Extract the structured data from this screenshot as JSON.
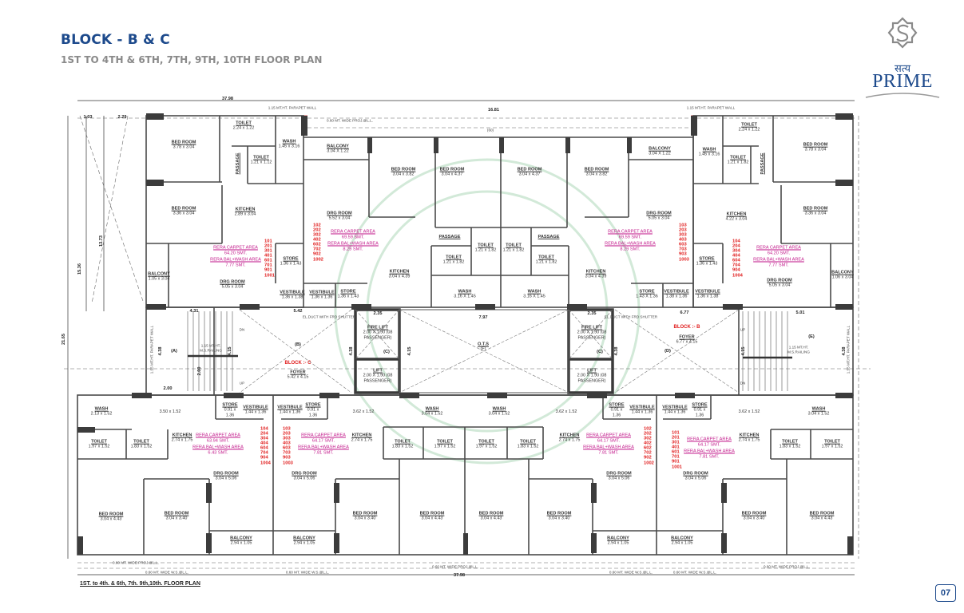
{
  "header": {
    "title": "BLOCK - B & C",
    "subtitle": "1ST TO 4TH & 6TH, 7TH, 9TH, 10TH FLOOR PLAN"
  },
  "logo": {
    "script_text": "सत्य",
    "brand": "PRIME",
    "icon": "interlocking-s-emblem"
  },
  "colors": {
    "brand": "#1d4a8c",
    "rera_text": "#c2188a",
    "unit_numbers": "#e01b1b",
    "wall": "#4a4a4a",
    "boundary": "#e05555"
  },
  "plan": {
    "rooms": [
      {
        "name": "BED ROOM",
        "dim": "3.78 x 3.04"
      },
      {
        "name": "TOILET",
        "dim": "2.24 x 1.22"
      },
      {
        "name": "TOILET",
        "dim": "1.21 x 1.12"
      },
      {
        "name": "WASH",
        "dim": "1.45 x 3.16"
      },
      {
        "name": "PASSAGE",
        "dim": ""
      },
      {
        "name": "BED ROOM",
        "dim": "3.36 x 3.04"
      },
      {
        "name": "KITCHEN",
        "dim": "2.89 x 3.04"
      },
      {
        "name": "BALCONY",
        "dim": "1.05 x 3.04"
      },
      {
        "name": "DRG ROOM",
        "dim": "5.05 x 3.04"
      },
      {
        "name": "STORE",
        "dim": "1.36 x 1.43"
      },
      {
        "name": "VESTIBULE",
        "dim": "1.36 x 1.38"
      },
      {
        "name": "BALCONY",
        "dim": "3.04 X 1.22"
      },
      {
        "name": "DRG ROOM",
        "dim": "5.52 x 3.04"
      },
      {
        "name": "VESTIBULE",
        "dim": "1.36 x 1.36"
      },
      {
        "name": "STORE",
        "dim": "1.36 x 1.43"
      },
      {
        "name": "BED ROOM",
        "dim": "3.04 x 3.82"
      },
      {
        "name": "BED ROOM",
        "dim": "3.04 x 4.37"
      },
      {
        "name": "BED ROOM",
        "dim": "3.04 x 4.37"
      },
      {
        "name": "BED ROOM",
        "dim": "3.04 x 3.82"
      },
      {
        "name": "PASSAGE",
        "dim": ""
      },
      {
        "name": "PASSAGE",
        "dim": ""
      },
      {
        "name": "TOILET",
        "dim": "1.21 x 1.82"
      },
      {
        "name": "TOILET",
        "dim": "1.21 x 1.82"
      },
      {
        "name": "TOILET",
        "dim": "1.21 x 1.82"
      },
      {
        "name": "TOILET",
        "dim": "1.21 x 1.82"
      },
      {
        "name": "KITCHEN",
        "dim": "3.04 x 4.39"
      },
      {
        "name": "KITCHEN",
        "dim": "3.04 x 4.39"
      },
      {
        "name": "WASH",
        "dim": "3.16 X 1.45"
      },
      {
        "name": "WASH",
        "dim": "3.16 X 1.45"
      },
      {
        "name": "BALCONY",
        "dim": "3.04 X 1.22"
      },
      {
        "name": "DRG ROOM",
        "dim": "5.05 x 3.04"
      },
      {
        "name": "STORE",
        "dim": "1.43 X 1.36"
      },
      {
        "name": "VESTIBULE",
        "dim": "1.38 x 1.36"
      },
      {
        "name": "VESTIBULE",
        "dim": "1.36 x 1.38"
      },
      {
        "name": "STORE",
        "dim": "1.36 x 1.43"
      },
      {
        "name": "WASH",
        "dim": "1.45 x 3.16"
      },
      {
        "name": "TOILET",
        "dim": "2.24 x 1.22"
      },
      {
        "name": "TOILET",
        "dim": "1.21 x 1.82"
      },
      {
        "name": "PASSAGE",
        "dim": ""
      },
      {
        "name": "BED ROOM",
        "dim": "3.78 x 3.04"
      },
      {
        "name": "KITCHEN",
        "dim": "4.22 x 3.04"
      },
      {
        "name": "BED ROOM",
        "dim": "3.36 x 3.04"
      },
      {
        "name": "DRG ROOM",
        "dim": "5.05 x 3.04"
      },
      {
        "name": "BALCONY",
        "dim": "1.06 x 3.04"
      },
      {
        "name": "FIRE LIFT",
        "dim": "2.00 X 1.90 (08 PASSENGER)"
      },
      {
        "name": "LIFT",
        "dim": "2.00 X 1.90 (08 PASSENGER)"
      },
      {
        "name": "FIRE LIFT",
        "dim": "2.00 X 1.90 (08 PASSENGER)"
      },
      {
        "name": "LIFT",
        "dim": "2.00 X 1.90 (08 PASSENGER)"
      },
      {
        "name": "FOYER",
        "dim": "5.42 x 4.15"
      },
      {
        "name": "FOYER",
        "dim": "6.77 x 4.15"
      },
      {
        "name": "O.T.S",
        "dim": "(F)"
      },
      {
        "name": "WASH",
        "dim": "2.13 x 1.52"
      },
      {
        "name": "",
        "dim": "3.50 x 1.52"
      },
      {
        "name": "STORE",
        "dim": "0.91 x 1.36"
      },
      {
        "name": "VESTIBULE",
        "dim": "1.44 x 1.36"
      },
      {
        "name": "VESTIBULE",
        "dim": "1.44 x 1.36"
      },
      {
        "name": "STORE",
        "dim": "0.91 x 1.36"
      },
      {
        "name": "",
        "dim": "3.62 x 1.52"
      },
      {
        "name": "WASH",
        "dim": "3.04 x 1.52"
      },
      {
        "name": "WASH",
        "dim": "3.04 x 1.52"
      },
      {
        "name": "",
        "dim": "3.62 x 1.52"
      },
      {
        "name": "STORE",
        "dim": "0.91 x 1.36"
      },
      {
        "name": "VESTIBULE",
        "dim": "1.44 x 1.36"
      },
      {
        "name": "VESTIBULE",
        "dim": "1.44 x 1.36"
      },
      {
        "name": "STORE",
        "dim": "0.91 x 1.36"
      },
      {
        "name": "",
        "dim": "3.62 x 1.52"
      },
      {
        "name": "WASH",
        "dim": "3.04 x 1.52"
      },
      {
        "name": "TOILET",
        "dim": "1.97 x 1.52"
      },
      {
        "name": "TOILET",
        "dim": "1.83 x 1.52"
      },
      {
        "name": "KITCHEN",
        "dim": "2.74 x 1.75"
      },
      {
        "name": "KITCHEN",
        "dim": "2.74 x 1.75"
      },
      {
        "name": "TOILET",
        "dim": "1.83 x 1.52"
      },
      {
        "name": "TOILET",
        "dim": "1.97 x 1.52"
      },
      {
        "name": "TOILET",
        "dim": "1.97 x 1.52"
      },
      {
        "name": "TOILET",
        "dim": "1.83 x 1.52"
      },
      {
        "name": "KITCHEN",
        "dim": "2.74 x 1.75"
      },
      {
        "name": "KITCHEN",
        "dim": "2.74 x 1.75"
      },
      {
        "name": "TOILET",
        "dim": "1.83 x 1.52"
      },
      {
        "name": "TOILET",
        "dim": "1.97 x 1.52"
      },
      {
        "name": "DRG ROOM",
        "dim": "3.04 x 5.06"
      },
      {
        "name": "DRG ROOM",
        "dim": "3.04 x 5.06"
      },
      {
        "name": "DRG ROOM",
        "dim": "3.04 x 5.06"
      },
      {
        "name": "DRG ROOM",
        "dim": "3.04 x 5.06"
      },
      {
        "name": "BED ROOM",
        "dim": "3.04 x 4.43"
      },
      {
        "name": "BED ROOM",
        "dim": "3.04 x 3.40"
      },
      {
        "name": "BED ROOM",
        "dim": "3.04 x 3.40"
      },
      {
        "name": "BED ROOM",
        "dim": "3.04 x 4.43"
      },
      {
        "name": "BED ROOM",
        "dim": "3.04 x 4.43"
      },
      {
        "name": "BED ROOM",
        "dim": "3.04 x 3.40"
      },
      {
        "name": "BED ROOM",
        "dim": "3.04 x 3.40"
      },
      {
        "name": "BED ROOM",
        "dim": "3.04 x 4.43"
      },
      {
        "name": "BALCONY",
        "dim": "2.94 x 1.05"
      },
      {
        "name": "BALCONY",
        "dim": "2.94 x 1.05"
      },
      {
        "name": "BALCONY",
        "dim": "2.94 x 1.05"
      },
      {
        "name": "BALCONY",
        "dim": "2.94 x 1.05"
      }
    ],
    "rera": [
      {
        "carpet_label": "RERA CARPET AREA",
        "carpet": "64.20 SMT.",
        "bal_label": "RERA BAL+WASH AREA",
        "bal": "7.77 SMT.",
        "units": [
          "101",
          "201",
          "301",
          "401",
          "601",
          "701",
          "901",
          "1001"
        ]
      },
      {
        "carpet_label": "RERA CARPET AREA",
        "carpet": "69.59 SMT.",
        "bal_label": "RERA BAL+WASH AREA",
        "bal": "8.29 SMT.",
        "units": [
          "102",
          "202",
          "302",
          "402",
          "602",
          "702",
          "902",
          "1002"
        ]
      },
      {
        "carpet_label": "RERA CARPET AREA",
        "carpet": "69.59 SMT.",
        "bal_label": "RERA BAL+WASH AREA",
        "bal": "8.29 SMT.",
        "units": [
          "103",
          "203",
          "303",
          "403",
          "603",
          "703",
          "903",
          "1003"
        ]
      },
      {
        "carpet_label": "RERA CARPET AREA",
        "carpet": "64.20 SMT.",
        "bal_label": "RERA BAL+WASH AREA",
        "bal": "7.77 SMT.",
        "units": [
          "104",
          "204",
          "304",
          "404",
          "604",
          "704",
          "904",
          "1004"
        ]
      },
      {
        "carpet_label": "RERA CARPET AREA",
        "carpet": "63.94 SMT.",
        "bal_label": "RERA BAL+WASH AREA",
        "bal": "6.43 SMT.",
        "units": [
          "104",
          "204",
          "304",
          "404",
          "604",
          "704",
          "904",
          "1004"
        ]
      },
      {
        "carpet_label": "RERA CARPET AREA",
        "carpet": "64.17 SMT.",
        "bal_label": "RERA BAL+WASH AREA",
        "bal": "7.81 SMT.",
        "units": [
          "103",
          "203",
          "303",
          "403",
          "603",
          "703",
          "903",
          "1003"
        ]
      },
      {
        "carpet_label": "RERA CARPET AREA",
        "carpet": "64.17 SMT.",
        "bal_label": "RERA BAL+WASH AREA",
        "bal": "7.81 SMT.",
        "units": [
          "102",
          "202",
          "302",
          "402",
          "602",
          "702",
          "902",
          "1002"
        ]
      },
      {
        "carpet_label": "RERA CARPET AREA",
        "carpet": "64.17 SMT.",
        "bal_label": "RERA BAL+WASH AREA",
        "bal": "7.81 SMT.",
        "units": [
          "101",
          "201",
          "301",
          "401",
          "601",
          "701",
          "901",
          "1001"
        ]
      }
    ],
    "blocks": [
      "BLOCK :- C",
      "BLOCK :- B"
    ],
    "core_tags": [
      "(A)",
      "(B)",
      "(C)",
      "(C)",
      "(D)",
      "(E)"
    ],
    "stair_notes": [
      "1.15 MT.HT. M.S.RAILING",
      "1.15 MT.HT. M.S.RAILING",
      "UP",
      "DN",
      "UP",
      "DN"
    ],
    "dimensions": [
      "37.98",
      "16.81",
      "1.03",
      "2.29",
      "21.65",
      "15.36",
      "13.73",
      "4.31",
      "5.42",
      "2.35",
      "7.97",
      "2.35",
      "6.77",
      "5.01",
      "2.00",
      "2.00",
      "4.38",
      "4.15",
      "4.38",
      "4.15",
      "4.38",
      "4.15",
      "4.38",
      "37.98"
    ],
    "notes": [
      "1.15 MT.HT. PARAPET WALL",
      "0.60 MT. WIDE PROJ.@L.L.",
      "(60)",
      "1.15 MT.HT. PARAPET WALL",
      "0.60 MT. WIDE PROJ.@L.L.",
      "0.60 MT. WIDE W.S.@L.L.",
      "0.60 MT. WIDE W.S.@L.L.",
      "0.60 MT. WIDE PROJ.@L.L.",
      "0.60 MT. WIDE W.S.@L.L.",
      "0.60 MT. WIDE W.S.@L.L.",
      "0.60 MT. WIDE PROJ.@L.L.",
      "1.55 MT.HT. PARAPET WALL",
      "1.55 MT.HT. PARAPET WALL",
      "EL.DUCT WITH FRD SHUTTER",
      "EL.DUCT WITH FRD SHUTTER"
    ],
    "footer_label": "1ST. to 4th. & 6th, 7th. 9th,10th. FLOOR PLAN"
  },
  "page_number": "07"
}
